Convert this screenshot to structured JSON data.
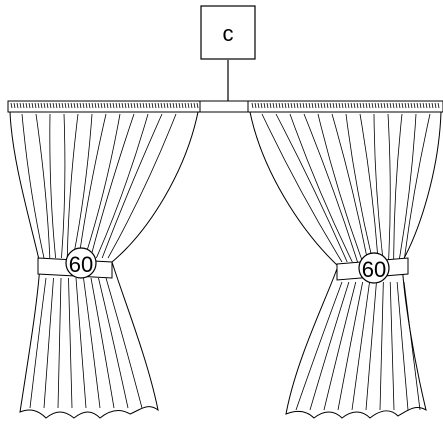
{
  "label_box": {
    "text": "c"
  },
  "tiebacks": [
    {
      "side": "left",
      "text": "60"
    },
    {
      "side": "right",
      "text": "60"
    }
  ],
  "stroke_color": "#000000",
  "fill_color": "#ffffff"
}
